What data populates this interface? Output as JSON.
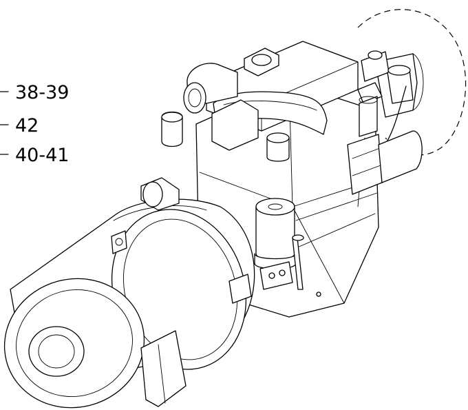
{
  "diagram": {
    "callouts": [
      {
        "id": "callout-38-39",
        "label": "38-39"
      },
      {
        "id": "callout-42",
        "label": "42"
      },
      {
        "id": "callout-40-41",
        "label": "40-41"
      }
    ]
  }
}
